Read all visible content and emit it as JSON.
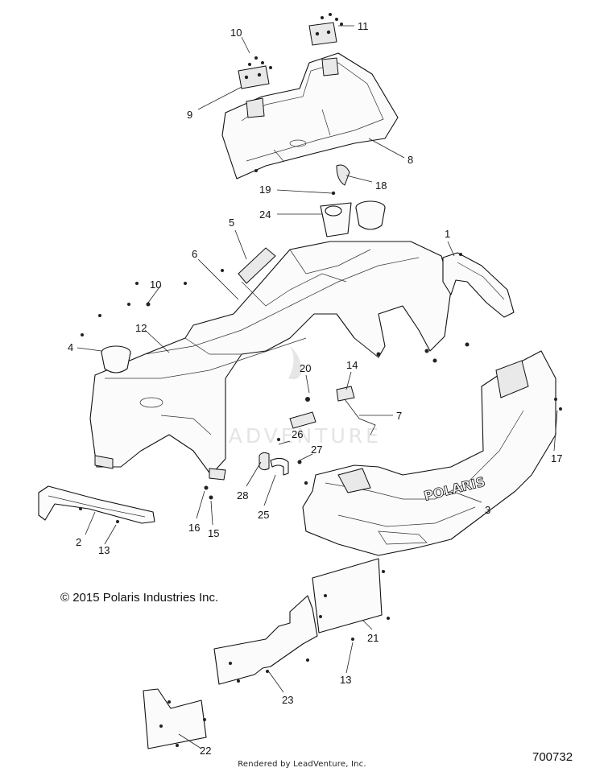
{
  "diagram": {
    "copyright": "© 2015 Polaris Industries Inc.",
    "footer": "Rendered by LeadVenture, Inc.",
    "drawing_number": "700732",
    "watermark": "LEADVENTURE",
    "brand_mark": "POLARIS",
    "callouts": {
      "c1": "1",
      "c2": "2",
      "c3": "3",
      "c4": "4",
      "c5": "5",
      "c6": "6",
      "c7": "7",
      "c8": "8",
      "c9": "9",
      "c10a": "10",
      "c10b": "10",
      "c11": "11",
      "c12": "12",
      "c13a": "13",
      "c13b": "13",
      "c14": "14",
      "c15": "15",
      "c16": "16",
      "c17": "17",
      "c18": "18",
      "c19": "19",
      "c20": "20",
      "c21": "21",
      "c22": "22",
      "c23": "23",
      "c24": "24",
      "c25": "25",
      "c26": "26",
      "c27": "27",
      "c28": "28"
    }
  }
}
